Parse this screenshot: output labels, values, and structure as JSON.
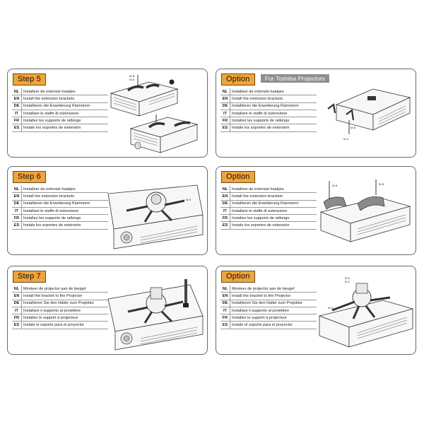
{
  "panels": [
    {
      "title": "Step 5",
      "rows": [
        {
          "code": "NL",
          "text": "Installeer de extensie haakjes"
        },
        {
          "code": "EN",
          "text": "Install the extension brackets"
        },
        {
          "code": "DE",
          "text": "Installieren die Erweiterung Klammern"
        },
        {
          "code": "IT",
          "text": "Installare le staffe di estensione"
        },
        {
          "code": "FR",
          "text": "Installez les supports de rallonge"
        },
        {
          "code": "ES",
          "text": "Instale los soportes de extensión"
        }
      ],
      "callouts": [
        "M-B",
        "M-A"
      ]
    },
    {
      "title": "Option",
      "subtitle": "For Toshiba Projectors",
      "rows": [
        {
          "code": "NL",
          "text": "Installeer de extensie haakjes"
        },
        {
          "code": "EN",
          "text": "Install the extension brackets"
        },
        {
          "code": "DE",
          "text": "Installieren die Erweiterung Klammern"
        },
        {
          "code": "IT",
          "text": "Installare le staffe di estensione"
        },
        {
          "code": "FR",
          "text": "Installez les supports de rallonge"
        },
        {
          "code": "ES",
          "text": "Instale los soportes de extensión"
        }
      ],
      "callouts": [
        "M-B",
        "M-A"
      ]
    },
    {
      "title": "Step 6",
      "rows": [
        {
          "code": "NL",
          "text": "Installeer de extensie haakjes"
        },
        {
          "code": "EN",
          "text": "Install the extension brackets"
        },
        {
          "code": "DE",
          "text": "Installieren die Erweiterung Klammern"
        },
        {
          "code": "IT",
          "text": "Installare le staffe di estensione"
        },
        {
          "code": "FR",
          "text": "Installez les supports de rallonge"
        },
        {
          "code": "ES",
          "text": "Instale los soportes de extensión"
        }
      ],
      "callouts": [
        "M-E"
      ]
    },
    {
      "title": "Option",
      "rows": [
        {
          "code": "NL",
          "text": "Installeer de extensie haakjes"
        },
        {
          "code": "EN",
          "text": "Install the extension brackets"
        },
        {
          "code": "DE",
          "text": "Installieren die Erweiterung Klammern"
        },
        {
          "code": "IT",
          "text": "Installare le staffe di estensione"
        },
        {
          "code": "FR",
          "text": "Installez les supports de rallonge"
        },
        {
          "code": "ES",
          "text": "Instale los soportes de extensión"
        }
      ],
      "callouts": [
        "M-B",
        "M-B"
      ]
    },
    {
      "title": "Step 7",
      "rows": [
        {
          "code": "NL",
          "text": "Monteer de projector aan de beugel"
        },
        {
          "code": "EN",
          "text": "Install the bracket to the Projector"
        },
        {
          "code": "DE",
          "text": "Installieren Sie den Halter zum Projektor"
        },
        {
          "code": "IT",
          "text": "Installare il supporto al proiettore"
        },
        {
          "code": "FR",
          "text": "Installez le support à projecteur"
        },
        {
          "code": "ES",
          "text": "Instale el soporte para el proyector"
        }
      ],
      "callouts": []
    },
    {
      "title": "Option",
      "rows": [
        {
          "code": "NL",
          "text": "Monteer de projector aan de beugel"
        },
        {
          "code": "EN",
          "text": "Install the bracket to the Projector"
        },
        {
          "code": "DE",
          "text": "Installieren Sie den Halter zum Projektor"
        },
        {
          "code": "IT",
          "text": "Installare il supporto al proiettore"
        },
        {
          "code": "FR",
          "text": "Installez le support à projecteur"
        },
        {
          "code": "ES",
          "text": "Instale el soporte para el proyector"
        }
      ],
      "callouts": [
        "M-D",
        "M-C",
        "M-D"
      ]
    }
  ],
  "colors": {
    "badge": "#f0a43a",
    "subbadge": "#8f8f8f",
    "border": "#6a6a6a"
  }
}
